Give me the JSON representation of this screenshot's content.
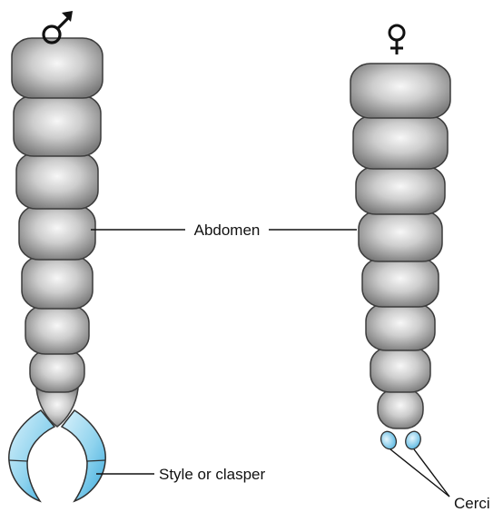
{
  "diagram": {
    "male_symbol": "♂",
    "female_symbol": "♀",
    "labels": {
      "abdomen": "Abdomen",
      "clasper": "Style or clasper",
      "cerci": "Cerci"
    },
    "colors": {
      "segment_light": "#f2f2f2",
      "segment_dark": "#7d7d7d",
      "segment_stroke": "#3c3c3c",
      "appendage_blue": "#8fd3ee",
      "appendage_blue_dark": "#3aa9dc",
      "line": "#111111"
    }
  }
}
